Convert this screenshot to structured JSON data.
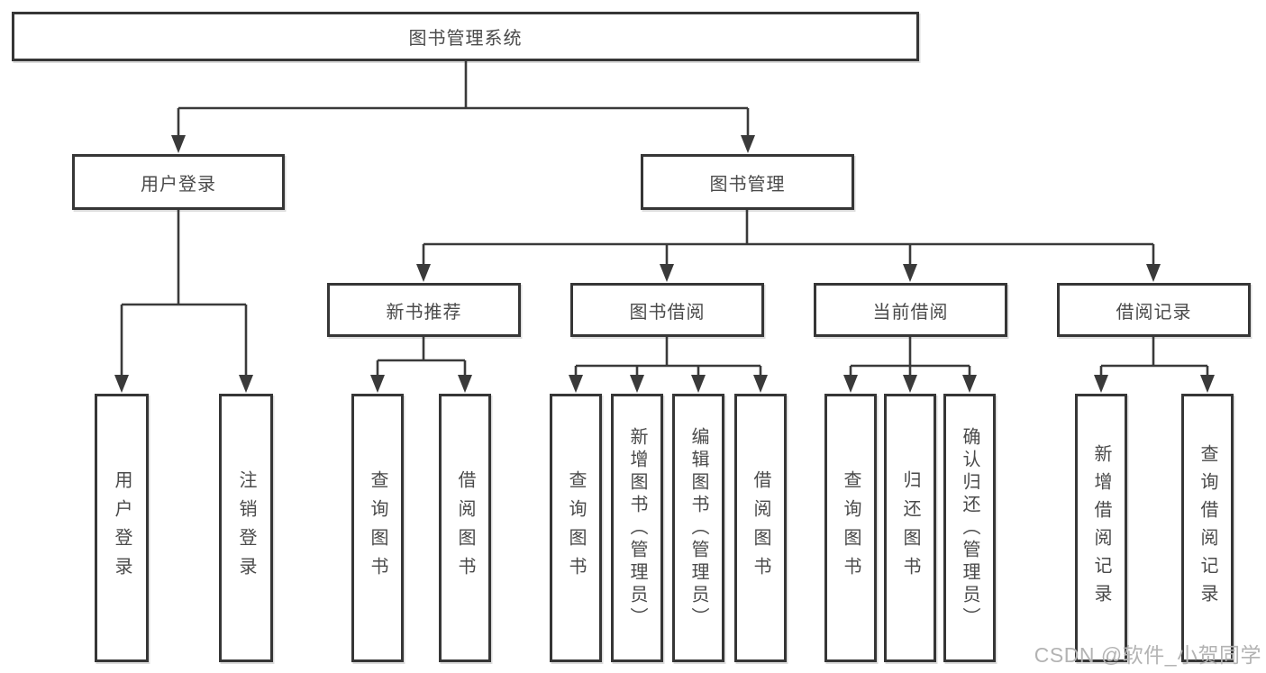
{
  "diagram_title": "图书管理系统",
  "tree": {
    "root": {
      "label": "图书管理系统"
    },
    "user_login": {
      "label": "用户登录",
      "children": {
        "login": "用户登录",
        "logout": "注销登录"
      }
    },
    "book_mgmt": {
      "label": "图书管理"
    },
    "new_book_rec": {
      "label": "新书推荐",
      "children": {
        "query": "查询图书",
        "borrow": "借阅图书"
      }
    },
    "book_borrow": {
      "label": "图书借阅",
      "children": {
        "query": "查询图书",
        "add": "新增图书（管理员）",
        "edit": "编辑图书（管理员）",
        "borrow": "借阅图书"
      }
    },
    "current_borrow": {
      "label": "当前借阅",
      "children": {
        "query": "查询图书",
        "return": "归还图书",
        "confirm": "确认归还（管理员）"
      }
    },
    "borrow_records": {
      "label": "借阅记录",
      "children": {
        "add": "新增借阅记录",
        "query": "查询借阅记录"
      }
    }
  },
  "watermark": {
    "text": "CSDN @软件_小贺同学"
  },
  "colors": {
    "line": "#3a3a3a",
    "box_border": "#363636",
    "text": "#4a4a4a",
    "watermark": "#b3b3b3",
    "background": "#ffffff"
  }
}
